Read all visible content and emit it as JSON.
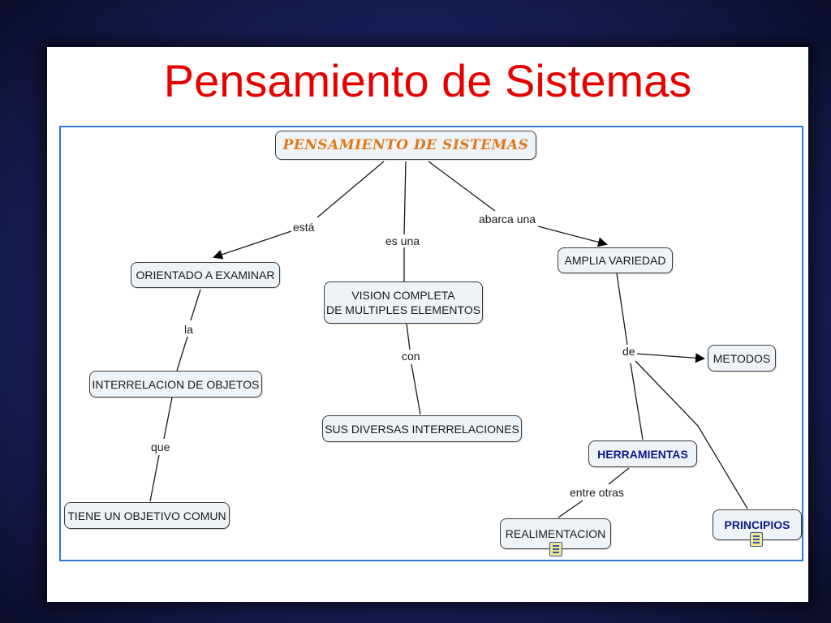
{
  "slide": {
    "title": "Pensamiento de Sistemas"
  },
  "nodes": {
    "root": "PENSAMIENTO DE SISTEMAS",
    "orientado": "ORIENTADO A EXAMINAR",
    "vision_line1": "VISION COMPLETA",
    "vision_line2": "DE MULTIPLES ELEMENTOS",
    "amplia": "AMPLIA VARIEDAD",
    "interrelacion": "INTERRELACION DE OBJETOS",
    "sus_diversas": "SUS DIVERSAS INTERRELACIONES",
    "metodos": "METODOS",
    "herramientas": "HERRAMIENTAS",
    "tiene": "TIENE UN OBJETIVO COMUN",
    "realimentacion": "REALIMENTACION",
    "principios": "PRINCIPIOS"
  },
  "links": {
    "esta": "está",
    "es_una": "es una",
    "abarca_una": "abarca una",
    "la": "la",
    "con": "con",
    "de": "de",
    "que": "que",
    "entre_otras": "entre otras"
  },
  "icons": {
    "realimentacion_resource": "document-icon",
    "principios_resource": "document-icon"
  },
  "colors": {
    "title": "#e60000",
    "root_text": "#e07818",
    "bold_nodes": "#0b1a8c",
    "map_border": "#2e7bd1"
  }
}
